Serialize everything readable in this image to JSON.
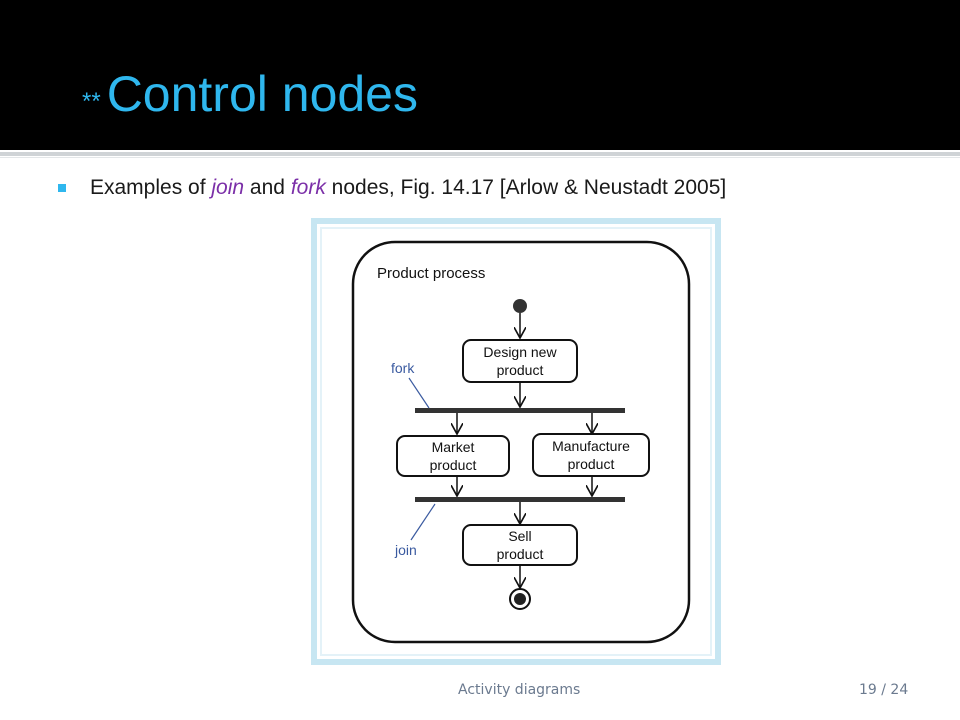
{
  "slide": {
    "title_prefix": "**",
    "title": "Control nodes",
    "bullet": {
      "t1": "Examples of ",
      "t2": "join",
      "t3": " and ",
      "t4": "fork",
      "t5": " nodes, Fig. 14.17 [Arlow & Neustadt 2005]"
    }
  },
  "diagram": {
    "frame_title": "Product process",
    "design_l1": "Design new",
    "design_l2": "product",
    "market_l1": "Market",
    "market_l2": "product",
    "manufacture_l1": "Manufacture",
    "manufacture_l2": "product",
    "sell_l1": "Sell",
    "sell_l2": "product",
    "fork_label": "fork",
    "join_label": "join"
  },
  "footer": {
    "section": "Activity diagrams",
    "page": "19 / 24"
  },
  "colors": {
    "title": "#2fb7ee",
    "emphasis": "#7b2fa8",
    "figure_border": "#c7e6f2",
    "annotation": "#3a5aa0"
  }
}
